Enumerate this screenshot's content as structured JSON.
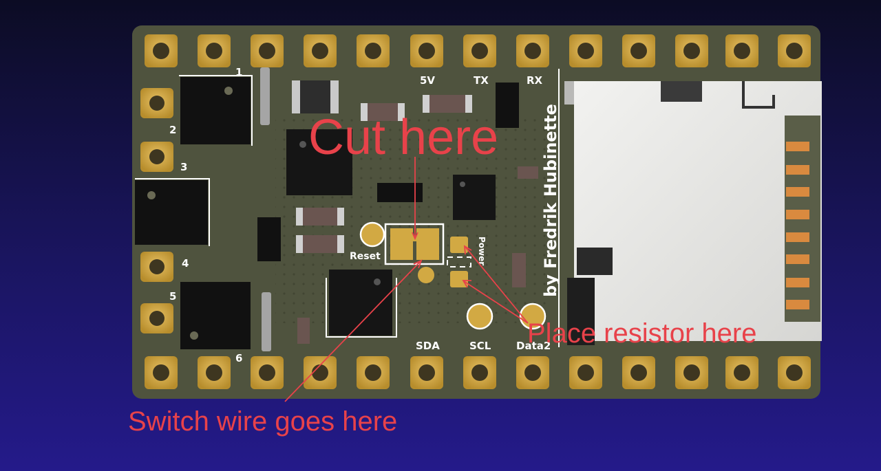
{
  "board": {
    "credit": "by Fredrik Hubinette",
    "pad_numbers": [
      "1",
      "2",
      "3",
      "4",
      "5",
      "6"
    ],
    "labels": {
      "v5": "5V",
      "tx": "TX",
      "rx": "RX",
      "reset": "Reset",
      "power": "Power",
      "sda": "SDA",
      "scl": "SCL",
      "data2": "Data2"
    }
  },
  "annotations": {
    "cut": "Cut here",
    "resistor": "Place resistor here",
    "switch": "Switch wire goes here"
  },
  "colors": {
    "pcb": "#4f533e",
    "gold": "#d2a943",
    "annotation": "#e8424a",
    "silkscreen": "#ffffff"
  }
}
